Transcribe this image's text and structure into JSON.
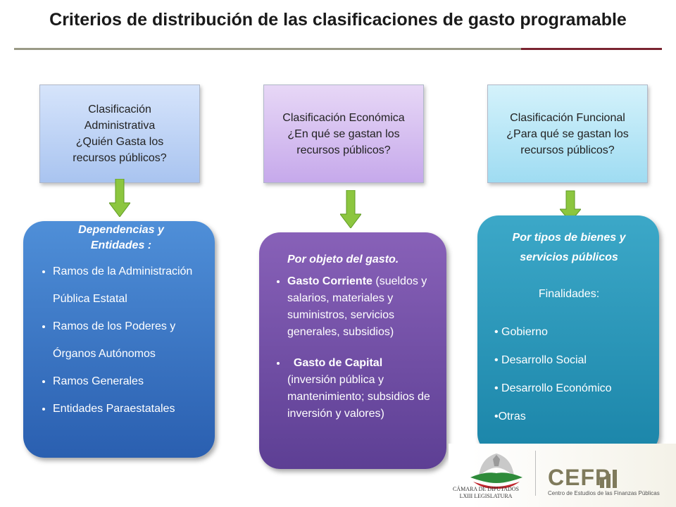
{
  "title": "Criterios de distribución de las clasificaciones de gasto programable",
  "columns": [
    {
      "header": "Clasificación\nAdministrativa\n¿Quién Gasta los\nrecursos públicos?",
      "title": "Dependencias  y\nEntidades  :",
      "items": [
        "Ramos de la Administración Pública Estatal",
        "Ramos de los Poderes y Órganos Autónomos",
        "Ramos Generales",
        "Entidades Paraestatales"
      ]
    },
    {
      "header": "Clasificación Económica\n¿En qué se gastan los\nrecursos públicos?",
      "title": "Por objeto del gasto.",
      "items": [
        {
          "bold": "Gasto Corriente",
          "rest": " (sueldos y salarios, materiales y suministros, servicios generales, subsidios)"
        },
        {
          "bold": "  Gasto de Capital",
          "rest": " (inversión pública y mantenimiento; subsidios de inversión y valores)"
        }
      ]
    },
    {
      "header": "Clasificación Funcional\n¿Para qué se gastan los\nrecursos públicos?",
      "title": "Por tipos de bienes y\nservicios públicos",
      "subtitle": "Finalidades:",
      "items": [
        "• Gobierno",
        "• Desarrollo Social",
        "• Desarrollo Económico",
        "•Otras"
      ]
    }
  ],
  "footer": {
    "camara": "CÁMARA DE DIPUTADOS",
    "legislatura": "LXIII LEGISLATURA",
    "cefp": "CEFP",
    "cefp_full": "Centro de Estudios de las Finanzas Públicas"
  },
  "colors": {
    "arrow": "#8cc63f",
    "card_admin": "#3a75c8",
    "card_econ": "#6f4fa6",
    "card_func": "#2a97bb",
    "rule_gray": "#9a9a86",
    "rule_red": "#7a2430"
  }
}
